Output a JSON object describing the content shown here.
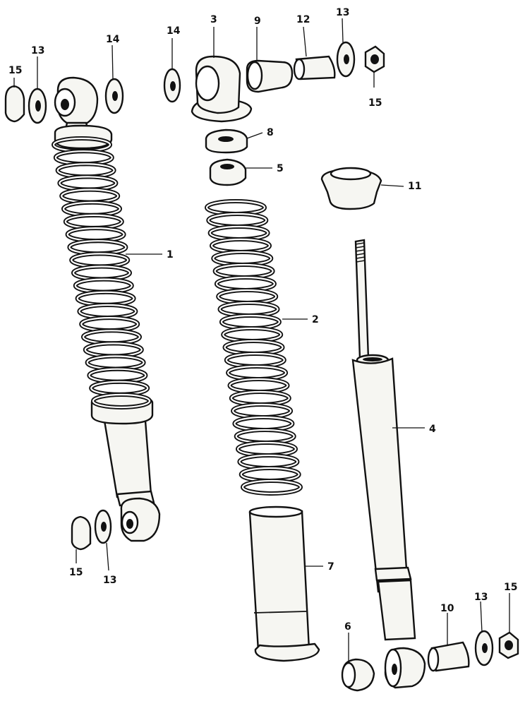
{
  "diagram": {
    "labels": {
      "l15_tl": "15",
      "l13_tl": "13",
      "l14_tl": "14",
      "l1": "1",
      "l15_bl": "15",
      "l13_bl": "13",
      "l14_tm": "14",
      "l3": "3",
      "l9": "9",
      "l12": "12",
      "l13_tr": "13",
      "l15_tr": "15",
      "l8": "8",
      "l5": "5",
      "l11": "11",
      "l2": "2",
      "l4": "4",
      "l7": "7",
      "l6": "6",
      "l10": "10",
      "l13_br": "13",
      "l15_br": "15"
    }
  }
}
